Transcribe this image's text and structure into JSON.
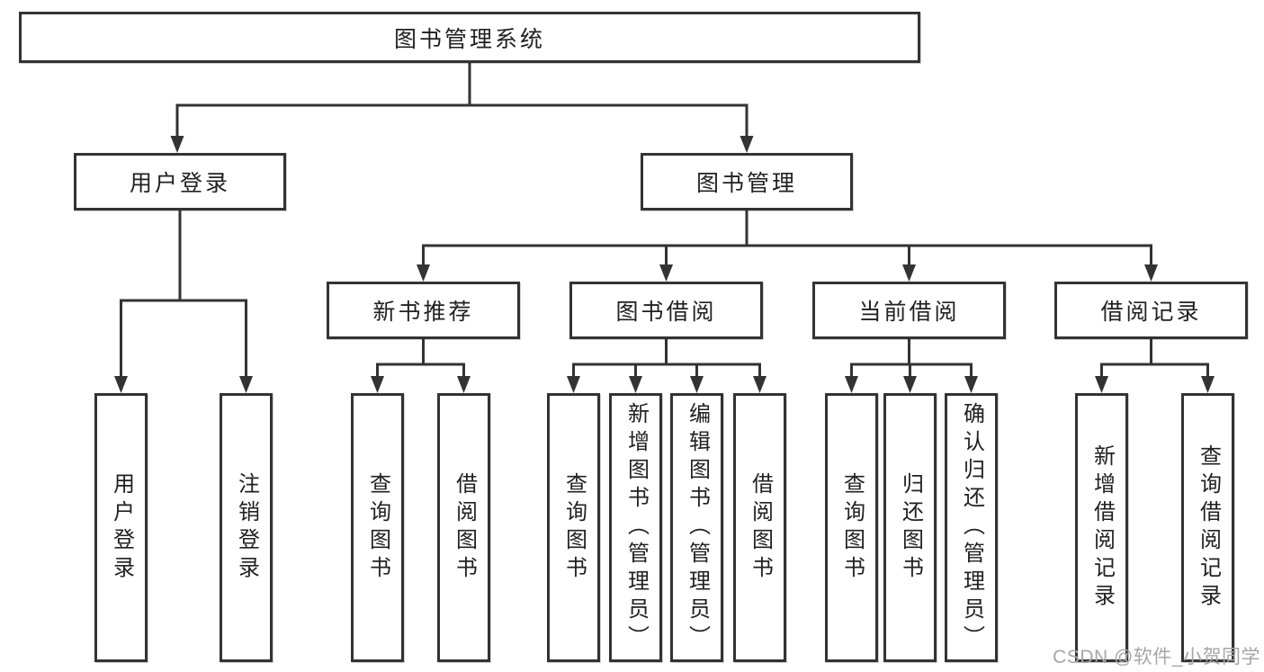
{
  "diagram": {
    "root": {
      "label": "图书管理系统"
    },
    "level2": [
      {
        "label": "用户登录"
      },
      {
        "label": "图书管理"
      }
    ],
    "level3": [
      {
        "label": "新书推荐"
      },
      {
        "label": "图书借阅"
      },
      {
        "label": "当前借阅"
      },
      {
        "label": "借阅记录"
      }
    ],
    "level4": {
      "user_login": [
        {
          "label": "用户登录"
        },
        {
          "label": "注销登录"
        }
      ],
      "new_book": [
        {
          "label": "查询图书"
        },
        {
          "label": "借阅图书"
        }
      ],
      "book_borrow": [
        {
          "label": "查询图书"
        },
        {
          "label": "新增图书（管理员）"
        },
        {
          "label": "编辑图书（管理员）"
        },
        {
          "label": "借阅图书"
        }
      ],
      "current_borrow": [
        {
          "label": "查询图书"
        },
        {
          "label": "归还图书"
        },
        {
          "label": "确认归还（管理员）"
        }
      ],
      "borrow_records": [
        {
          "label": "新增借阅记录"
        },
        {
          "label": "查询借阅记录"
        }
      ]
    }
  },
  "watermark": {
    "text": "CSDN @软件_小贺同学"
  },
  "colors": {
    "line": "#333333",
    "box_border": "#333333",
    "text": "#212121",
    "watermark": "#a6a6a6",
    "background": "#ffffff"
  }
}
